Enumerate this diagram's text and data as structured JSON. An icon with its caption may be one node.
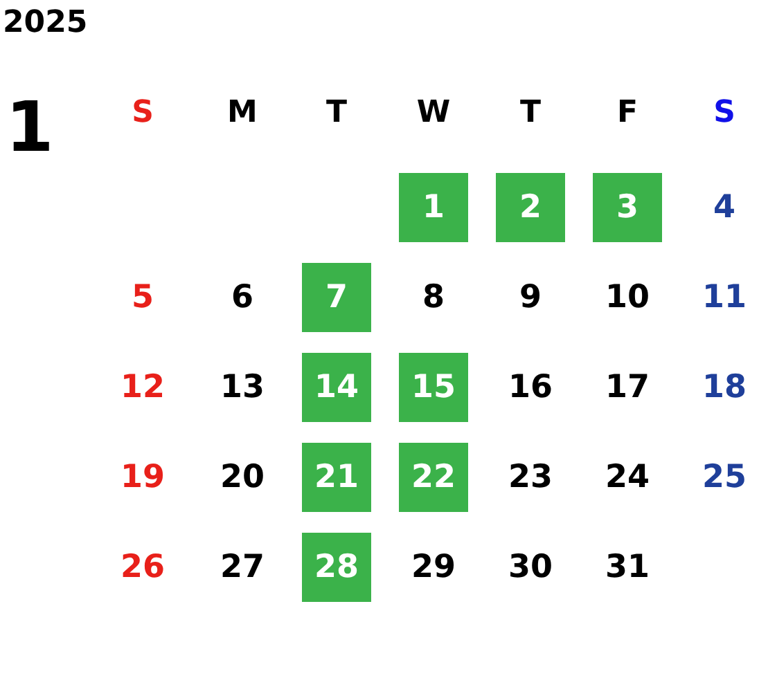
{
  "diagram": {
    "title": "2025",
    "labels": [
      "1",
      "S",
      "M",
      "T",
      "W",
      "T",
      "F",
      "S",
      "1",
      "2",
      "3",
      "4",
      "5",
      "6",
      "7",
      "8",
      "9",
      "10",
      "11",
      "12",
      "13",
      "14",
      "15",
      "16",
      "17",
      "18",
      "19",
      "20",
      "21",
      "22",
      "23",
      "24",
      "25",
      "26",
      "27",
      "28",
      "29",
      "30",
      "31"
    ]
  }
}
